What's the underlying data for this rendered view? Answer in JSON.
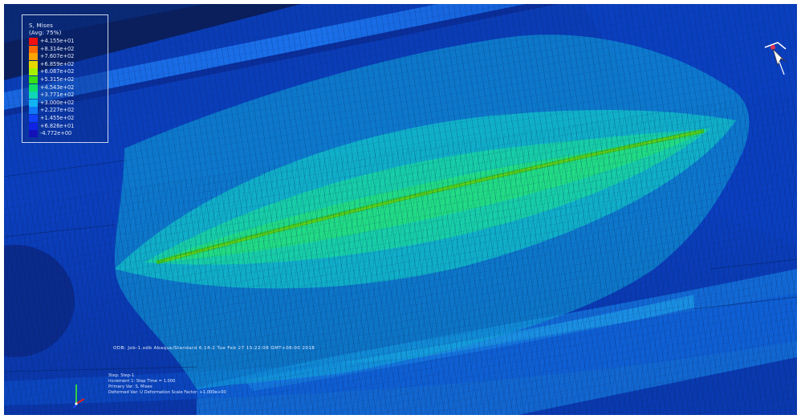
{
  "legend": {
    "title_line1": "S, Mises",
    "title_line2": "(Avg: 75%)",
    "entries": [
      {
        "value": "+4.155e+01",
        "color": "#f01010"
      },
      {
        "value": "+8.314e+02",
        "color": "#ff6a00"
      },
      {
        "value": "+7.607e+02",
        "color": "#ffa400"
      },
      {
        "value": "+6.859e+02",
        "color": "#e7d900"
      },
      {
        "value": "+6.087e+02",
        "color": "#a6f000"
      },
      {
        "value": "+5.315e+02",
        "color": "#36e014"
      },
      {
        "value": "+4.543e+02",
        "color": "#10e064"
      },
      {
        "value": "+3.771e+02",
        "color": "#10d6b8"
      },
      {
        "value": "+3.000e+02",
        "color": "#10b4f0"
      },
      {
        "value": "+2.227e+02",
        "color": "#1078f6"
      },
      {
        "value": "+1.455e+02",
        "color": "#1040f8"
      },
      {
        "value": "+6.826e+01",
        "color": "#1022e4"
      },
      {
        "value": "-4.772e+00",
        "color": "#1410b8"
      }
    ]
  },
  "bottom_label": "ODB: Job-1.odb    Abaqus/Standard 6.14-2    Tue Feb 27 15:22:08 GMT+08:00 2018",
  "info_lines": [
    "Step: Step-1",
    "Increment    1: Step Time =    1.000",
    "Primary Var: S, Mises",
    "Deformed Var: U    Deformation Scale Factor: +1.000e+00"
  ],
  "colors": {
    "background": "#0b2f9a",
    "high_band": "#2bd88a",
    "peak_line": "#36c61e",
    "mesh_line": "#041a58"
  },
  "icons": [
    "axis-triad-icon",
    "compass-cursor-icon"
  ]
}
